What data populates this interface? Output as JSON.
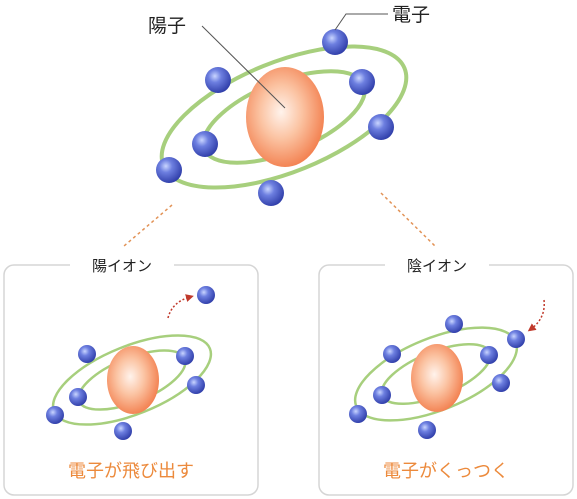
{
  "labels": {
    "proton": "陽子",
    "electron": "電子"
  },
  "panels": {
    "cation": {
      "title": "陽イオン",
      "caption": "電子が飛び出す"
    },
    "anion": {
      "title": "陰イオン",
      "caption": "電子がくっつく"
    }
  },
  "colors": {
    "orbit": "#a7cf7d",
    "nucleus_core": "#fff3ec",
    "nucleus_edge": "#f27a48",
    "electron_core": "#c9d5ff",
    "electron_edge": "#2c3aa6",
    "panel_border": "#d5d5d5",
    "caption": "#ec8a3c",
    "connector": "#e29357",
    "arrow": "#c0392b",
    "leader": "#555555"
  }
}
